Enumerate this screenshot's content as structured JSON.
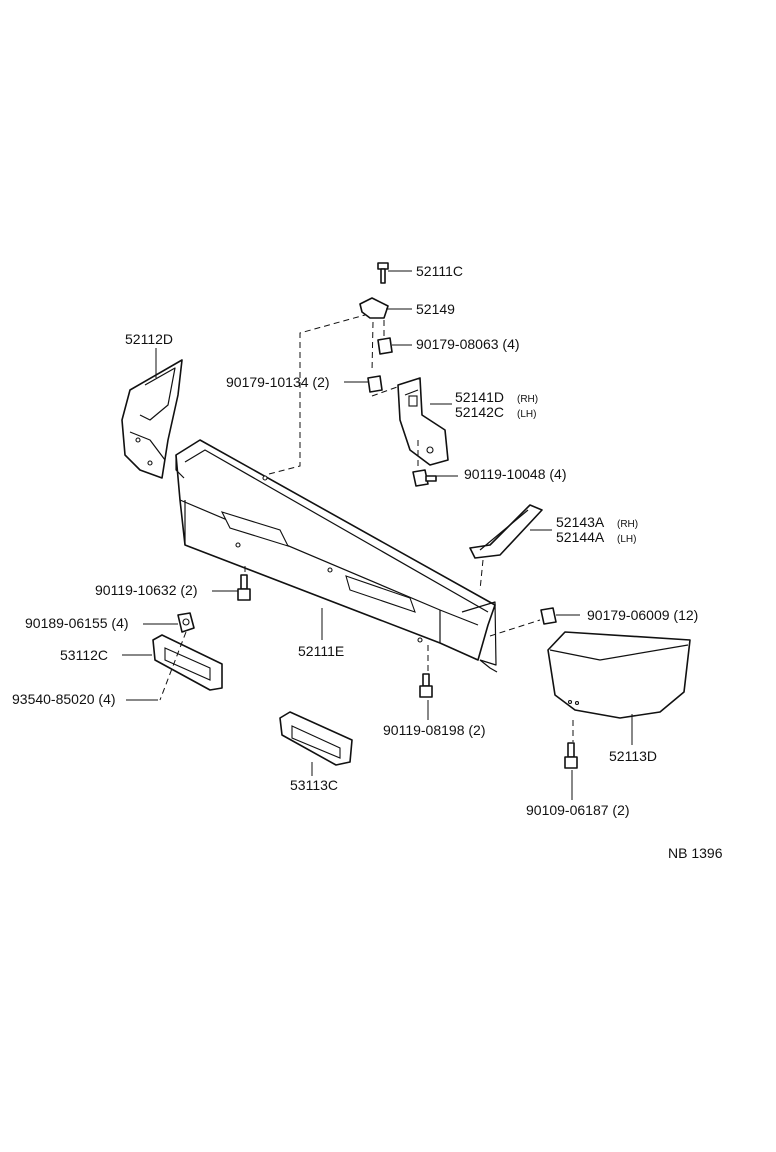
{
  "diagram": {
    "parts": {
      "p52111C": "52111C",
      "p52149": "52149",
      "p90179_08063": "90179-08063 (4)",
      "p52112D": "52112D",
      "p90179_10134": "90179-10134 (2)",
      "p52141D": "52141D",
      "p52141D_side": "(RH)",
      "p52142C": "52142C",
      "p52142C_side": "(LH)",
      "p90119_10048": "90119-10048 (4)",
      "p52143A": "52143A",
      "p52143A_side": "(RH)",
      "p52144A": "52144A",
      "p52144A_side": "(LH)",
      "p90119_10632": "90119-10632 (2)",
      "p90189_06155": "90189-06155 (4)",
      "p52111E": "52111E",
      "p90179_06009": "90179-06009 (12)",
      "p53112C": "53112C",
      "p93540_85020": "93540-85020 (4)",
      "p90119_08198": "90119-08198 (2)",
      "p52113D": "52113D",
      "p53113C": "53113C",
      "p90109_06187": "90109-06187 (2)"
    },
    "code": "NB  1396"
  }
}
